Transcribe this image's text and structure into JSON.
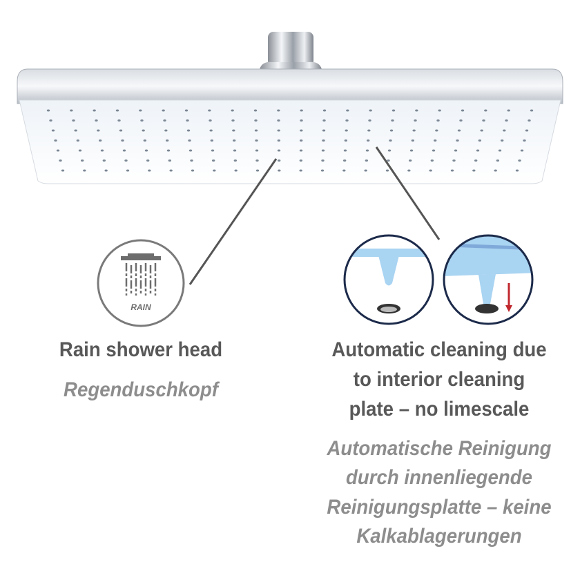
{
  "feature_rain": {
    "icon_label": "RAIN",
    "title": "Rain shower head",
    "subtitle": "Regenduschkopf"
  },
  "feature_cleaning": {
    "title_lines": [
      "Automatic cleaning due",
      "to interior cleaning",
      "plate – no limescale"
    ],
    "subtitle_lines": [
      "Automatische Reinigung",
      "durch innenliegende",
      "Reinigungsplatte – keine",
      "Kalkablagerungen"
    ]
  },
  "colors": {
    "text_dark": "#585858",
    "text_light": "#8d8d8d",
    "plate_blue": "#a9d4f2",
    "arrow_red": "#c0282e",
    "circle_border": "#1c2a4a"
  }
}
